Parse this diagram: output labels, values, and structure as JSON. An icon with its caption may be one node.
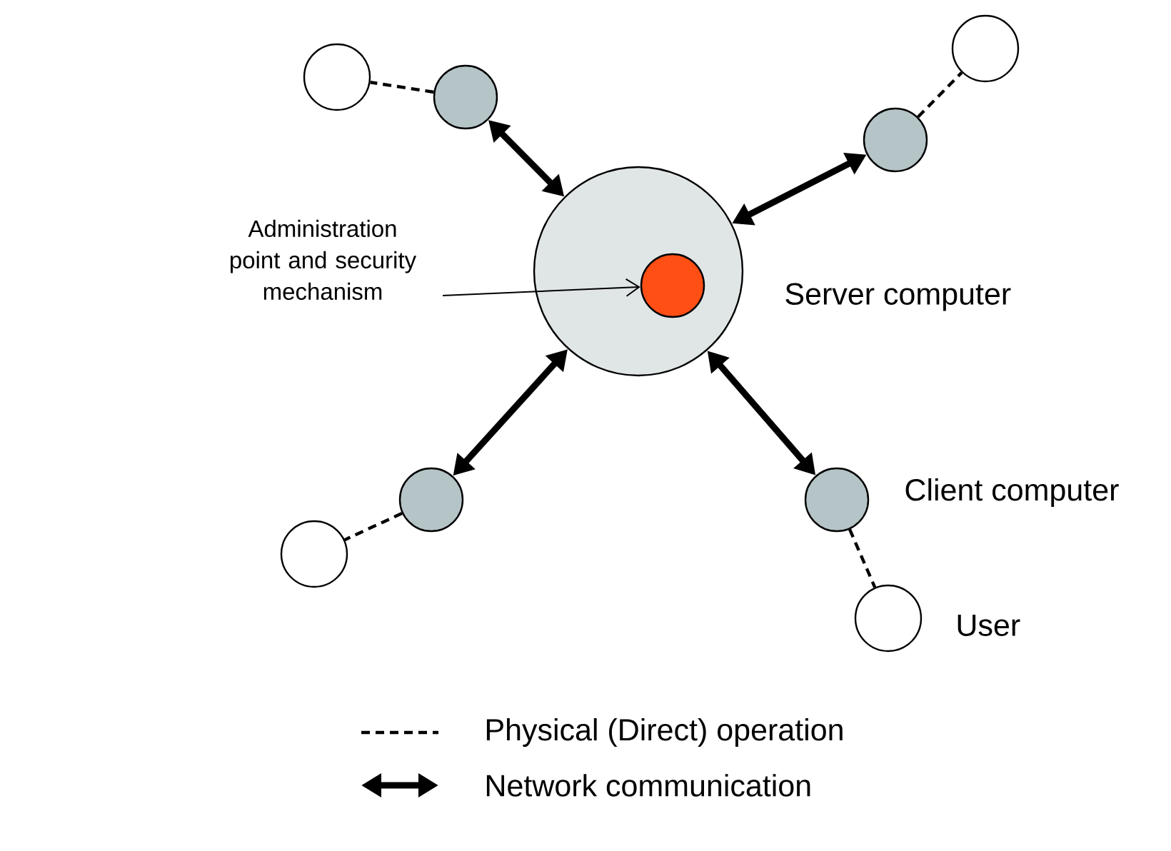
{
  "diagram": {
    "nodes": [
      {
        "text": [],
        "shape": "circle",
        "beside": [
          "Server computer"
        ]
      },
      {
        "text": [],
        "shape": "circle",
        "in": 0
      },
      {
        "text": [
          "Administration point and security mechanism"
        ]
      },
      {
        "text": [],
        "shape": "circle"
      },
      {
        "text": [],
        "shape": "circle"
      },
      {
        "text": [],
        "shape": "circle"
      },
      {
        "text": [],
        "shape": "circle",
        "beside": [
          "Client computer"
        ]
      },
      {
        "text": [],
        "shape": "circle"
      },
      {
        "text": [],
        "shape": "circle"
      },
      {
        "text": [],
        "shape": "circle"
      },
      {
        "text": [],
        "shape": "circle",
        "beside": [
          "User"
        ]
      }
    ],
    "edges": [
      {
        "from": 2,
        "to": 1,
        "arrow": "to"
      },
      {
        "from": 0,
        "to": 3,
        "arrow": "both",
        "style": "thick"
      },
      {
        "from": 0,
        "to": 4,
        "arrow": "both",
        "style": "thick"
      },
      {
        "from": 0,
        "to": 5,
        "arrow": "both",
        "style": "thick"
      },
      {
        "from": 0,
        "to": 6,
        "arrow": "both",
        "style": "thick"
      },
      {
        "from": 3,
        "to": 7,
        "arrow": "none",
        "style": "dashed"
      },
      {
        "from": 4,
        "to": 8,
        "arrow": "none",
        "style": "dashed"
      },
      {
        "from": 5,
        "to": 9,
        "arrow": "none",
        "style": "dashed"
      },
      {
        "from": 6,
        "to": 10,
        "arrow": "none",
        "style": "dashed"
      }
    ],
    "legend": [
      {
        "text": "Physical (Direct) operation"
      },
      {
        "text": "Network communication"
      }
    ]
  }
}
